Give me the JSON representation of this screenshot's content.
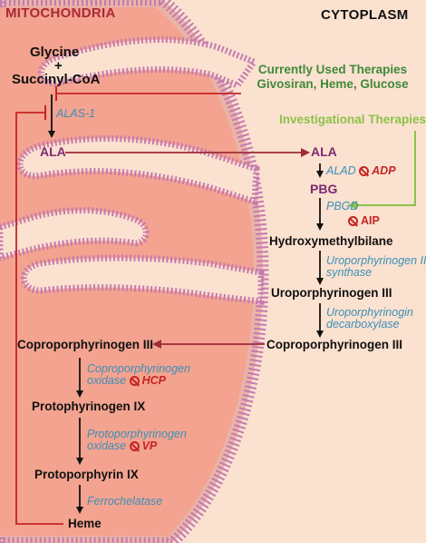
{
  "regions": {
    "mitochondria": "MITOCHONDRIA",
    "cytoplasm": "CYTOPLASM"
  },
  "substrates": {
    "glycine": "Glycine",
    "plus": "+",
    "succinyl": "Succinyl-CoA"
  },
  "therapies": {
    "current_title": "Currently Used Therapies",
    "current_list": "Givosiran, Heme, Glucose",
    "investigational": "Investigational Therapies"
  },
  "mito_steps": {
    "alas1": "ALAS-1",
    "ala": "ALA",
    "coproIII": "Coproporphyrinogen III",
    "cpox": [
      "Coproporphyrinogen",
      "oxidase"
    ],
    "hcp": "HCP",
    "protoIX_gen": "Protophyrinogen IX",
    "ppox": [
      "Protoporphyrinogen",
      "oxidase"
    ],
    "vp": "VP",
    "protoIX": "Protoporphyrin IX",
    "ferro": "Ferrochelatase",
    "heme": "Heme"
  },
  "cyto_steps": {
    "ala": "ALA",
    "alad": "ALAD",
    "adp": "ADP",
    "pbg": "PBG",
    "pbgd": "PBGD",
    "aip": "AIP",
    "hmb": "Hydroxymethylbilane",
    "uros": [
      "Uroporphyrinogen III",
      "synthase"
    ],
    "uroIII": "Uroporphyrinogen III",
    "urod": [
      "Uroporphyrinogin",
      "decarboxylase"
    ],
    "coproIII": "Coproporphyrinogen III"
  },
  "colors": {
    "background": "#fbe1cf",
    "mito_fill": "#f3a38f",
    "membrane": "#c47ab0",
    "inhibit_line": "#c62424",
    "transport_arrow": "#9e2b38",
    "current_therapy": "#3f8a3b",
    "investigational_therapy": "#8cc24a",
    "enzyme": "#3c8fb9"
  }
}
